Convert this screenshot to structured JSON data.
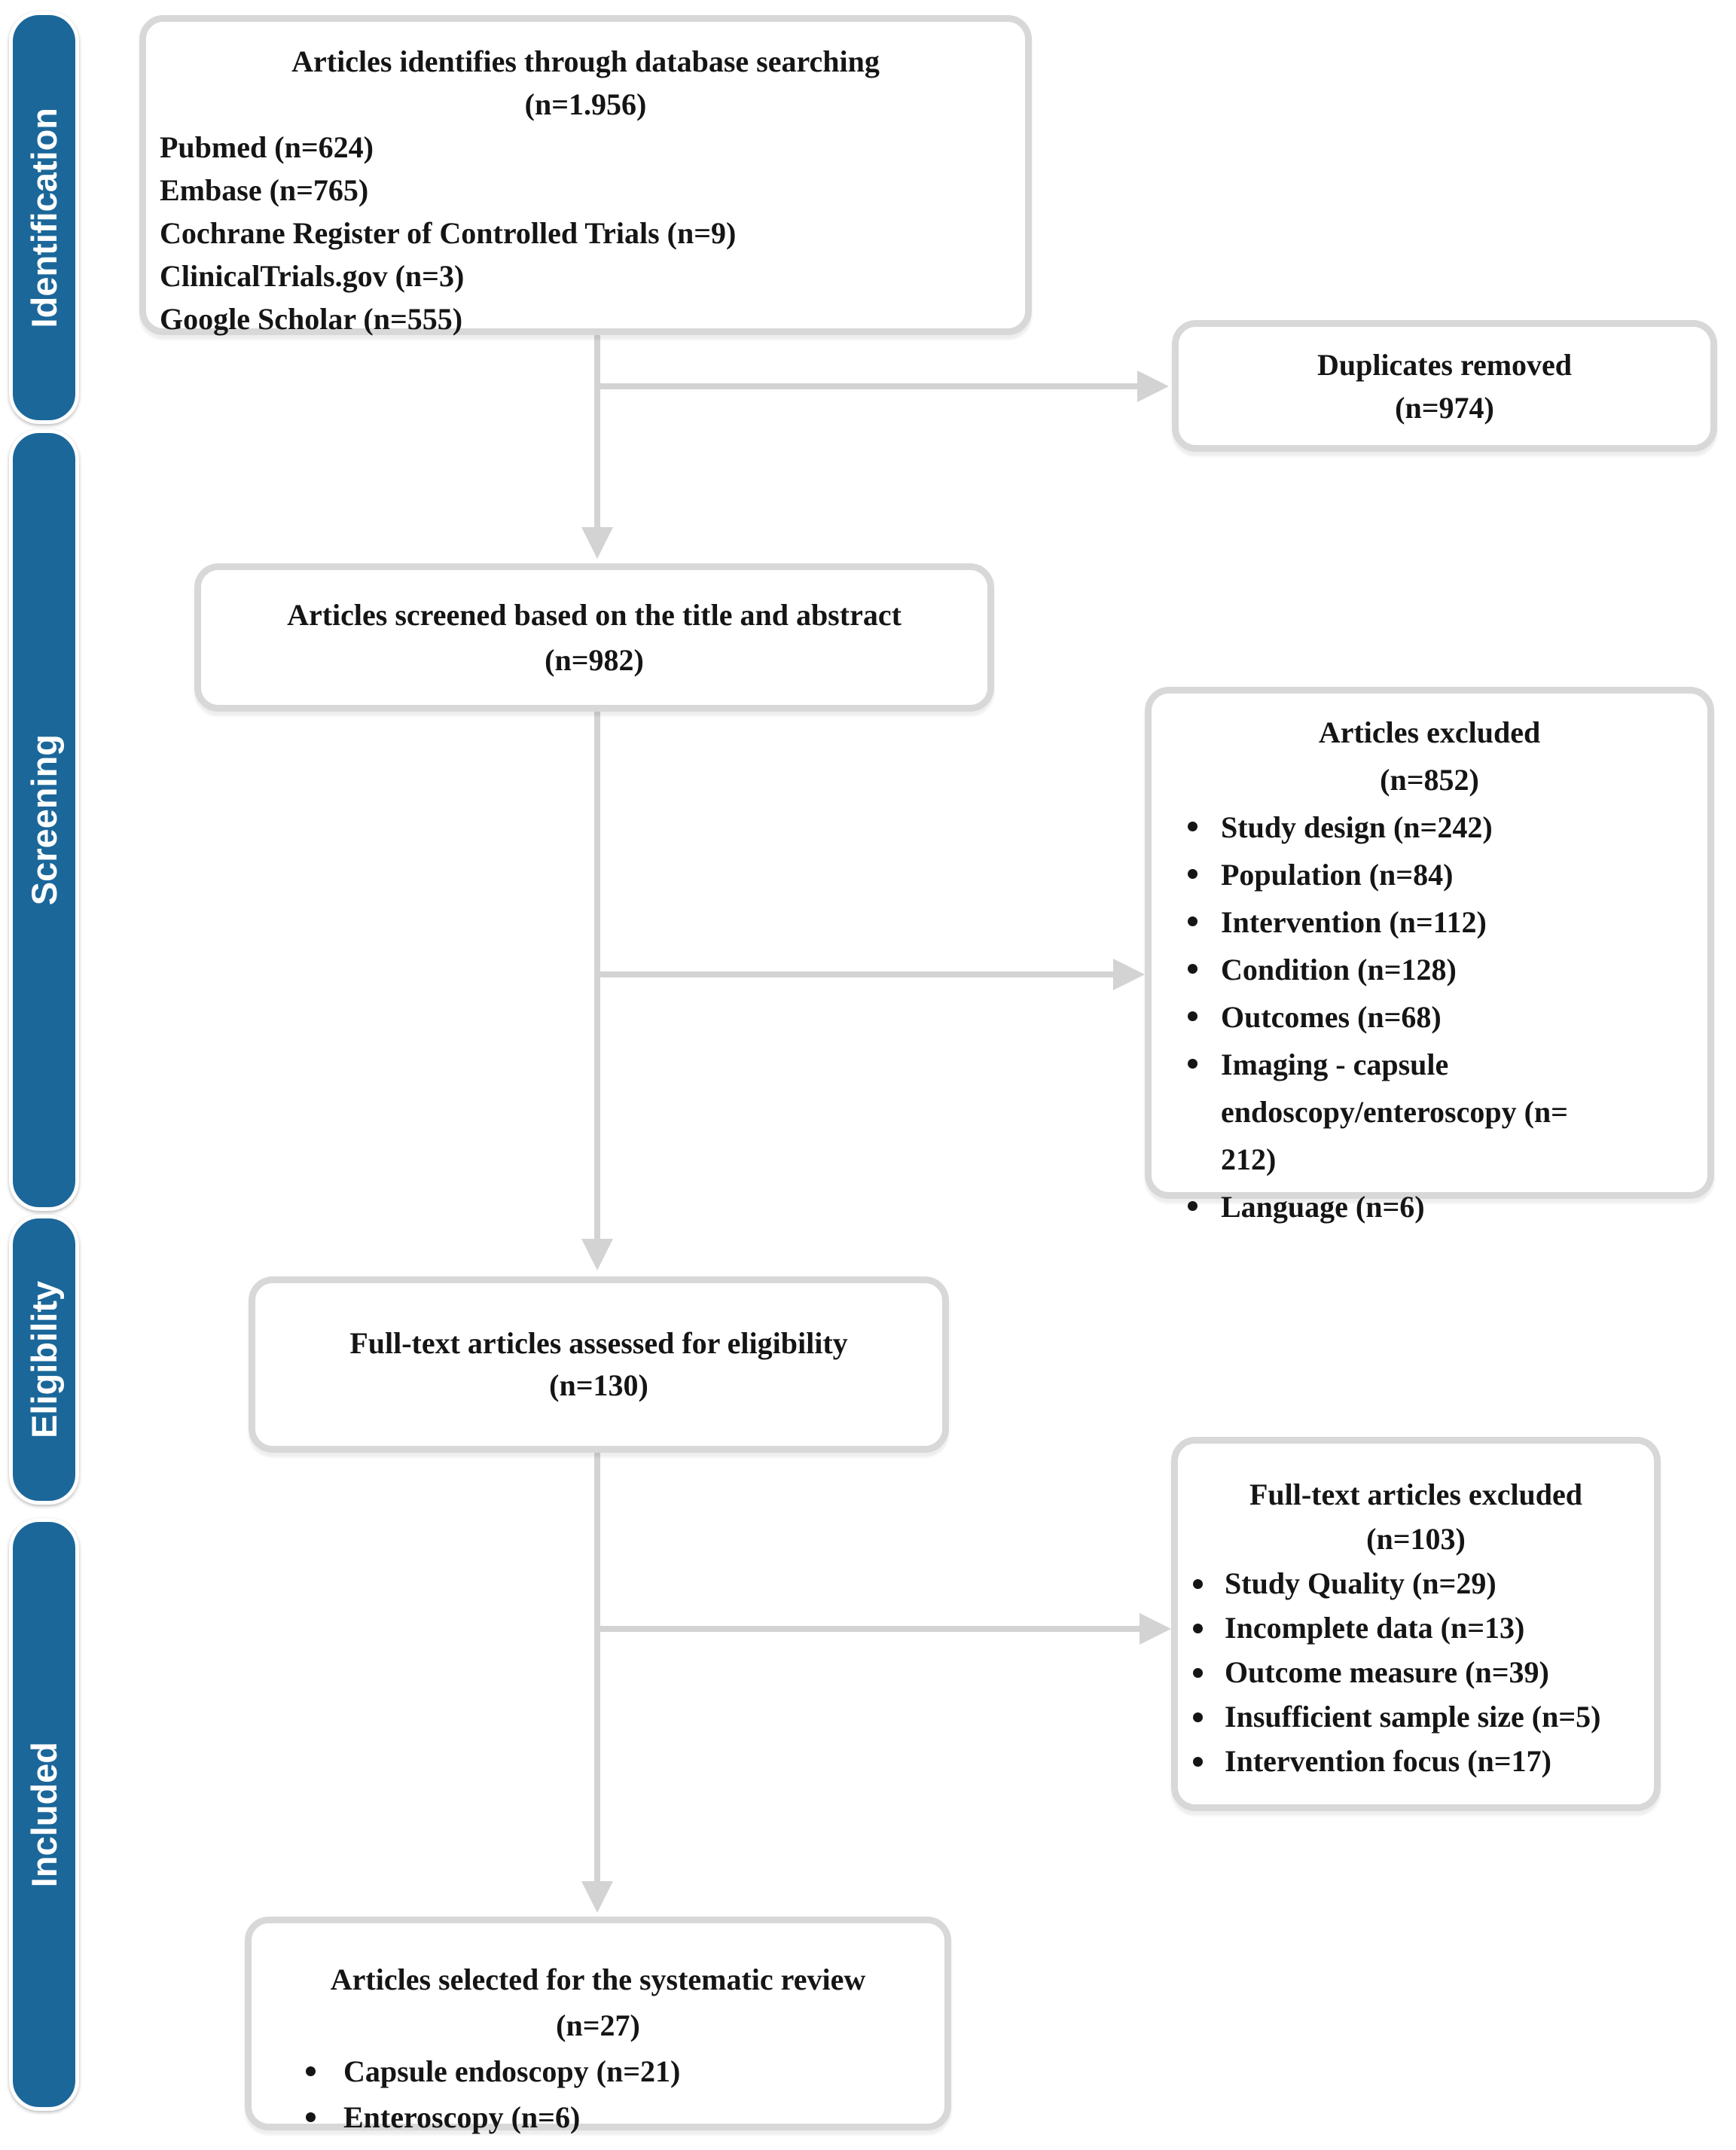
{
  "colors": {
    "stage_blue": "#1b679a",
    "box_border": "#d8d8d8",
    "arrow_gray": "#d3d3d3",
    "text": "#151515"
  },
  "sidebar": {
    "stages": [
      {
        "label": "Identification"
      },
      {
        "label": "Screening"
      },
      {
        "label": "Eligibility"
      },
      {
        "label": "Included"
      }
    ]
  },
  "boxes": {
    "identified": {
      "title": "Articles identifies through database searching",
      "count": "(n=1.956)",
      "items": [
        {
          "kind": "plain",
          "text": "Pubmed (n=624)"
        },
        {
          "kind": "plain",
          "text": "Embase (n=765)"
        },
        {
          "kind": "plain",
          "text": "Cochrane Register of Controlled Trials (n=9)"
        },
        {
          "kind": "plain",
          "text": "ClinicalTrials.gov (n=3)"
        },
        {
          "kind": "plain",
          "text": "Google Scholar (n=555)"
        }
      ]
    },
    "duplicates": {
      "title": "Duplicates removed",
      "count": "(n=974)"
    },
    "screened": {
      "title": "Articles screened based on the title and abstract",
      "count": "(n=982)"
    },
    "excluded_screening": {
      "title": "Articles excluded",
      "count": "(n=852)",
      "items": [
        {
          "kind": "bullet",
          "text": "Study design (n=242)"
        },
        {
          "kind": "bullet",
          "text": "Population (n=84)"
        },
        {
          "kind": "bullet",
          "text": "Intervention (n=112)"
        },
        {
          "kind": "bullet",
          "text": "Condition (n=128)"
        },
        {
          "kind": "bullet",
          "text": "Outcomes (n=68)"
        },
        {
          "kind": "bullet",
          "text": "Imaging - capsule"
        },
        {
          "kind": "cont",
          "text": "endoscopy/enteroscopy (n="
        },
        {
          "kind": "cont",
          "text": "212)"
        },
        {
          "kind": "bullet",
          "text": "Language (n=6)"
        }
      ]
    },
    "fulltext_assessed": {
      "title": "Full-text articles assessed for eligibility",
      "count": "(n=130)"
    },
    "excluded_fulltext": {
      "title": "Full-text articles excluded",
      "count": "(n=103)",
      "items": [
        {
          "kind": "bullet",
          "text": "Study Quality (n=29)"
        },
        {
          "kind": "bullet",
          "text": "Incomplete data (n=13)"
        },
        {
          "kind": "bullet",
          "text": "Outcome measure (n=39)"
        },
        {
          "kind": "bullet",
          "text": "Insufficient sample size (n=5)"
        },
        {
          "kind": "bullet",
          "text": "Intervention focus (n=17)"
        }
      ]
    },
    "selected": {
      "title": "Articles selected for the systematic review",
      "count": "(n=27)",
      "items": [
        {
          "kind": "bullet",
          "text": "Capsule endoscopy (n=21)"
        },
        {
          "kind": "bullet",
          "text": "Enteroscopy (n=6)"
        }
      ]
    }
  }
}
